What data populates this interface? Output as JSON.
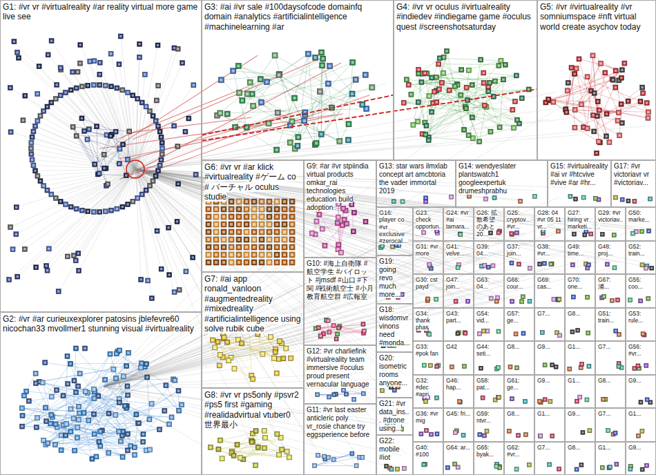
{
  "diagram": {
    "nodes": [
      {
        "text": [
          "G1: #vr vr #virtualreality #ar reality virtual more game live see"
        ]
      },
      {
        "text": [
          "G2: #vr #ar curieuxexplorer patosins jblefevre60 nicochan33 mvollmer1 stunning visual #virtualreality"
        ]
      },
      {
        "text": [
          "G3: #ai #vr sale #100daysofcode domainfq domain #analytics #artificialintelligence #machinelearning #ar"
        ]
      },
      {
        "text": [
          "G4: #vr vr oculus #virtualreality #indiedev #indiegame game #oculus quest #screenshotsaturday"
        ]
      },
      {
        "text": [
          "G5: #vr #virtualreality #vr somniumspace #nft virtual world create asychov today"
        ]
      },
      {
        "text": [
          "G6: #vr vr #ar klick #virtualreality #ゲーム co # バーチャル oculus studie"
        ]
      },
      {
        "text": [
          "G7: #ai app ronald_vanloon #augmentedreality #mixedreality #artificialintelligence using solve rubik cube"
        ]
      },
      {
        "text": [
          "G8: #vr vr ps5only #psvr2 #ps5 first #gaming #realidadvirtual vtuber0 世界最小"
        ]
      },
      {
        "text": [
          "G9: #ar #vr stpiindia virtual products omkar_rai technologies education build adoption"
        ]
      },
      {
        "text": [
          "G10: #海上自衛隊 #航空学生 #パイロット #jmsdf #山口 #下関 #戦術航空士 #小月教育航空群 #広報室"
        ]
      },
      {
        "text": [
          "G12: #vr charliefink #virtualreality team immersive #oculus proud present vernacular language"
        ]
      },
      {
        "text": [
          "G11: #vr last easter anticleric poly vr_rosie chance try eggsperience before"
        ]
      },
      {
        "text": [
          "G13: star wars ilmxlab concept art amcbtoria the vader immortal 2019"
        ]
      },
      {
        "text": [
          "G14: wendyeslater plantswatch1 googleexpertuk drumeshprabhu"
        ]
      },
      {
        "text": [
          "G15: #virtualreality #ai vr #htcvive #vive #ar #hr..."
        ]
      },
      {
        "text": [
          "G17: #vr victoriavr vr #victoriav..."
        ]
      },
      {
        "text": [
          "G16: player co #vr exclusive #zerocal..."
        ]
      },
      {
        "text": [
          "G19: going revo much more..."
        ]
      },
      {
        "text": [
          "G18: wisdomvr vinons need #monda..."
        ]
      },
      {
        "text": [
          "G20: isometric rooms anyone..."
        ]
      },
      {
        "text": [
          "G21: #vr data_ins... #drone using..."
        ]
      },
      {
        "text": [
          "G22: mobile #iot"
        ]
      },
      {
        "text": [
          "G23: check opportun..."
        ]
      },
      {
        "text": [
          "G24: #vr #ai tamara..."
        ]
      },
      {
        "text": [
          "G26: 拡散希望 のあと20..."
        ]
      },
      {
        "text": [
          "G25: cryptov... #vr..."
        ]
      },
      {
        "text": [
          "G28: 04 #vr 05 11 vr..."
        ]
      },
      {
        "text": [
          "G27: hiring vr marketi..."
        ]
      },
      {
        "text": [
          "G29: #vr victoriav..."
        ]
      },
      {
        "text": [
          "G50: marke..."
        ]
      },
      {
        "text": [
          "G31: #vr more"
        ]
      },
      {
        "text": [
          "G41: velve..."
        ]
      },
      {
        "text": [
          "G39: 04..."
        ]
      },
      {
        "text": [
          "G37: join..."
        ]
      },
      {
        "text": [
          "G38: #vr..."
        ]
      },
      {
        "text": [
          "G49: time..."
        ]
      },
      {
        "text": [
          "G48: proj..."
        ]
      },
      {
        "text": [
          "G52: train..."
        ]
      },
      {
        "text": [
          "G30: cst payd"
        ]
      },
      {
        "text": [
          "G47: join..."
        ]
      },
      {
        "text": [
          "G63: 04..."
        ]
      },
      {
        "text": [
          "G66: cour..."
        ]
      },
      {
        "text": [
          "G69: cas..."
        ]
      },
      {
        "text": [
          "G70: one..."
        ]
      },
      {
        "text": [
          "G67: 浦..."
        ]
      },
      {
        "text": [
          "G55: coo..."
        ]
      },
      {
        "text": [
          "G34: thank phas"
        ]
      },
      {
        "text": [
          "G43: part..."
        ]
      },
      {
        "text": [
          "G54: vid..."
        ]
      },
      {
        "text": [
          "G57: ge..."
        ]
      },
      {
        "text": [
          "G7..."
        ]
      },
      {
        "text": [
          "G8..."
        ]
      },
      {
        "text": [
          "G51: train..."
        ]
      },
      {
        "text": [
          "G53: rule..."
        ]
      },
      {
        "text": [
          "G33: #pok fan"
        ]
      },
      {
        "text": [
          "G42"
        ]
      },
      {
        "text": [
          "G44: seti..."
        ]
      },
      {
        "text": [
          "G8..."
        ]
      },
      {
        "text": [
          "G9..."
        ]
      },
      {
        "text": [
          "G1..."
        ]
      },
      {
        "text": [
          "G7..."
        ]
      },
      {
        "text": [
          "G56: #vr..."
        ]
      },
      {
        "text": [
          "G32: #dec #apri"
        ]
      },
      {
        "text": [
          "G46: hap..."
        ]
      },
      {
        "text": [
          "G58: pat..."
        ]
      },
      {
        "text": [
          "G61: ge..."
        ]
      },
      {
        "text": [
          "G9..."
        ]
      },
      {
        "text": [
          "G1..."
        ]
      },
      {
        "text": [
          "G8..."
        ]
      },
      {
        "text": [
          "G9..."
        ]
      },
      {
        "text": [
          "G36: #vr mig"
        ]
      },
      {
        "text": [
          "G45: fri..."
        ]
      },
      {
        "text": [
          "G59: ntvr..."
        ]
      },
      {
        "text": [
          "G8..."
        ]
      },
      {
        "text": [
          "G1..."
        ]
      },
      {
        "text": [
          "G9..."
        ]
      },
      {
        "text": [
          "G7..."
        ]
      },
      {
        "text": [
          "G1..."
        ]
      },
      {
        "text": [
          "G40: #100"
        ]
      },
      {
        "text": [
          "G64: ar..."
        ]
      },
      {
        "text": [
          "G65: byak..."
        ]
      },
      {
        "text": [
          "G62: #vr..."
        ]
      },
      {
        "text": [
          "G7..."
        ]
      },
      {
        "text": [
          "G8..."
        ]
      },
      {
        "text": [
          "G1..."
        ]
      },
      {
        "text": [
          "G9..."
        ]
      }
    ],
    "edges": [
      {
        "from": 0,
        "to": 3,
        "arrow": "none"
      },
      {
        "from": 0,
        "to": 4,
        "arrow": "none"
      }
    ]
  }
}
